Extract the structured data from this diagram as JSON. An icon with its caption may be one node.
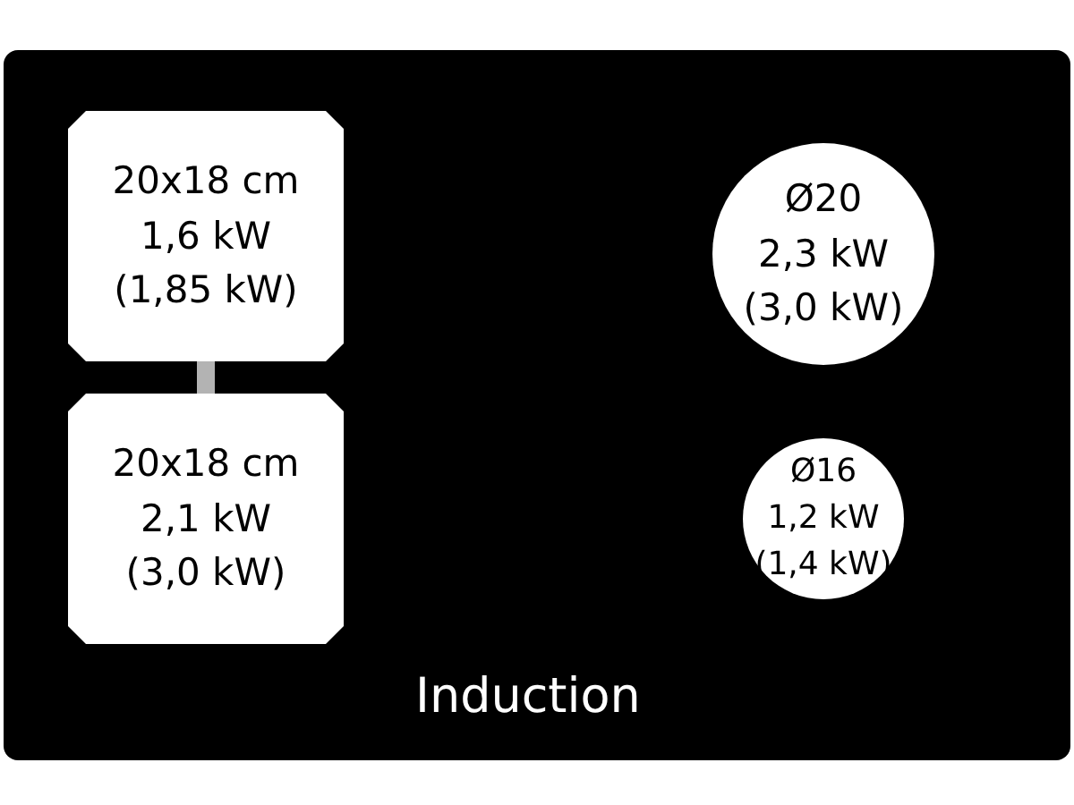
{
  "diagram": {
    "nodes": [
      {
        "text": [
          "Induction"
        ]
      },
      {
        "text": [
          "20x18 cm 1,6 kW (1,85 kW)"
        ],
        "in": 0
      },
      {
        "text": [
          "20x18 cm 2,1 kW (3,0 kW)"
        ],
        "in": 0
      },
      {
        "text": [
          "Ø20 2,3 kW (3,0 kW)"
        ],
        "in": 0
      },
      {
        "text": [
          "Ø16 1,2 kW (1,4 kW)"
        ],
        "in": 0
      }
    ],
    "edges": [
      {
        "from": 1,
        "to": 2,
        "arrow": "none",
        "color": "#b3b3b3"
      }
    ]
  }
}
